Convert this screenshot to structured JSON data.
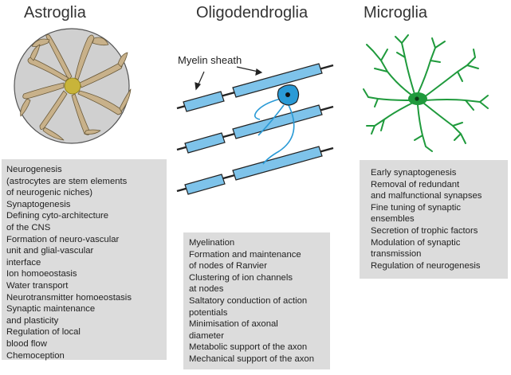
{
  "astroglia": {
    "title": "Astroglia",
    "functions": [
      "Neurogenesis",
      "(astrocytes are stem elements",
      "of neurogenic niches)",
      "Synaptogenesis",
      "Defining cyto-architecture",
      "of the CNS",
      "Formation of neuro-vascular",
      "unit and glial-vascular",
      "interface",
      "Ion homoeostasis",
      "Water transport",
      "Neurotransmitter homoeostasis",
      "Synaptic maintenance",
      "and plasticity",
      "Regulation of local",
      "blood flow",
      "Chemoception"
    ]
  },
  "oligodendroglia": {
    "title": "Oligodendroglia",
    "myelin_label": "Myelin sheath",
    "functions": [
      "Myelination",
      "Formation and maintenance",
      "of nodes of Ranvier",
      "Clustering of ion channels",
      "at nodes",
      "Saltatory conduction of action",
      "potentials",
      "Minimisation of axonal",
      "diameter",
      "Metabolic support of the axon",
      "Mechanical support of the axon"
    ]
  },
  "microglia": {
    "title": "Microglia",
    "functions": [
      "Early synaptogenesis",
      "Removal of redundant",
      "and malfunctional synapses",
      "Fine tuning of synaptic",
      "ensembles",
      "Secretion of trophic factors",
      "Modulation of synaptic",
      "transmission",
      "Regulation of neurogenesis"
    ]
  },
  "colors": {
    "box_bg": "#dcdcdc",
    "myelin_fill": "#7ec3ea",
    "microglia_green": "#1f9a3c",
    "astro_disc": "#d0d0d0",
    "astro_arms": "#c8b18a",
    "astro_nucleus": "#c8b43a"
  }
}
